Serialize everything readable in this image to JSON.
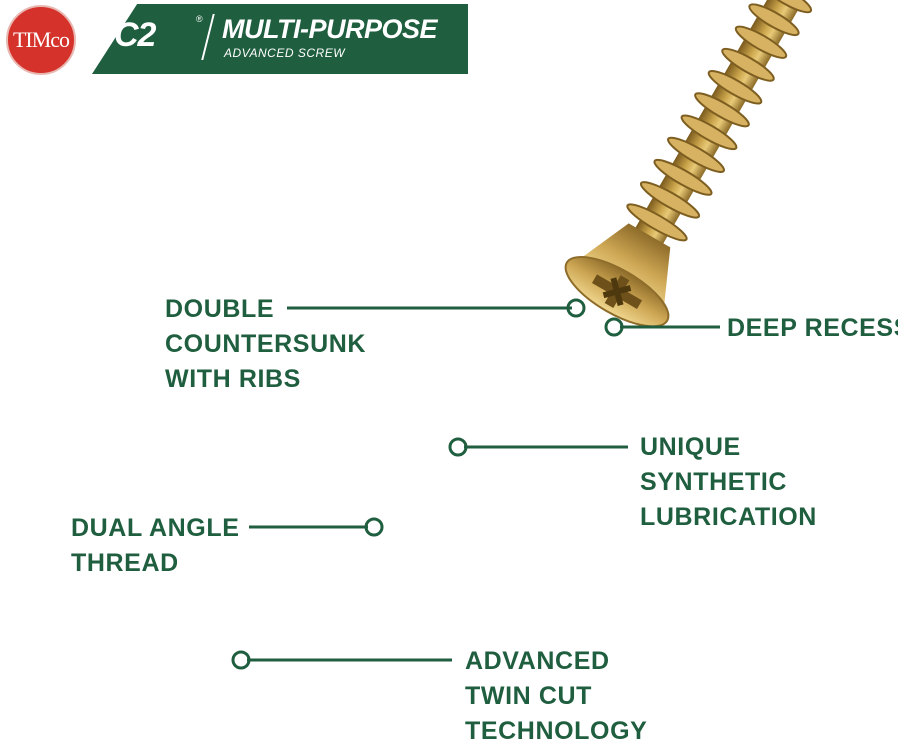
{
  "logo": {
    "text": "TIMco"
  },
  "banner": {
    "brand": "C2",
    "trademark": "®",
    "title": "MULTI-PURPOSE",
    "subtitle": "ADVANCED SCREW"
  },
  "callouts": {
    "double_countersunk": [
      "DOUBLE",
      "COUNTERSUNK",
      "WITH RIBS"
    ],
    "deep_recess": [
      "DEEP RECESS"
    ],
    "synthetic_lubrication": [
      "UNIQUE",
      "SYNTHETIC",
      "LUBRICATION"
    ],
    "dual_angle_thread": [
      "DUAL ANGLE",
      "THREAD"
    ],
    "twin_cut": [
      "ADVANCED",
      "TWIN CUT",
      "TECHNOLOGY"
    ]
  },
  "colors": {
    "brand_green": "#1f5e3f",
    "logo_red": "#d4322a",
    "screw_gold": "#c9a34a"
  }
}
